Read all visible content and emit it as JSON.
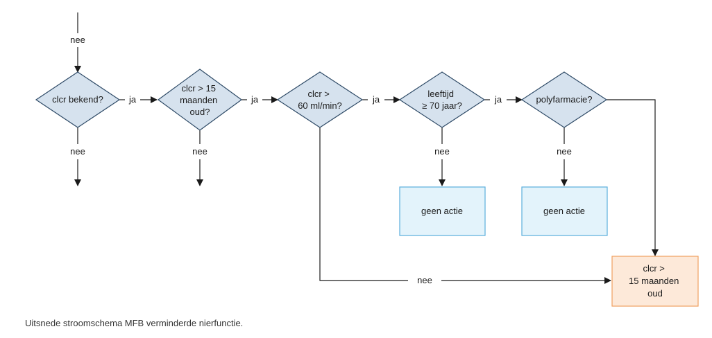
{
  "diagram": {
    "edge_labels": {
      "top_in": "nee",
      "d1_yes": "ja",
      "d1_no": "nee",
      "d2_yes": "ja",
      "d2_no": "nee",
      "d3_yes": "ja",
      "d3_no": "nee",
      "d4_yes": "ja",
      "d4_no": "nee",
      "d5_no": "nee"
    },
    "decisions": {
      "d1": [
        "clcr bekend?"
      ],
      "d2": [
        "clcr > 15",
        "maanden",
        "oud?"
      ],
      "d3": [
        "clcr >",
        "60 ml/min?"
      ],
      "d4": [
        "leeftijd",
        "≥ 70 jaar?"
      ],
      "d5": [
        "polyfarmacie?"
      ]
    },
    "actions": {
      "geen_actie_1": [
        "geen actie"
      ],
      "geen_actie_2": [
        "geen actie"
      ],
      "result": [
        "clcr >",
        "15 maanden",
        "oud"
      ]
    },
    "colors": {
      "diamond_fill": "#d6e2ee",
      "diamond_stroke": "#2e4a66",
      "action_fill": "#e3f3fb",
      "action_stroke": "#5aaedd",
      "result_fill": "#fde9d9",
      "result_stroke": "#f0a060",
      "line": "#1a1a1a"
    }
  },
  "caption": "Uitsnede stroomschema MFB verminderde nierfunctie."
}
